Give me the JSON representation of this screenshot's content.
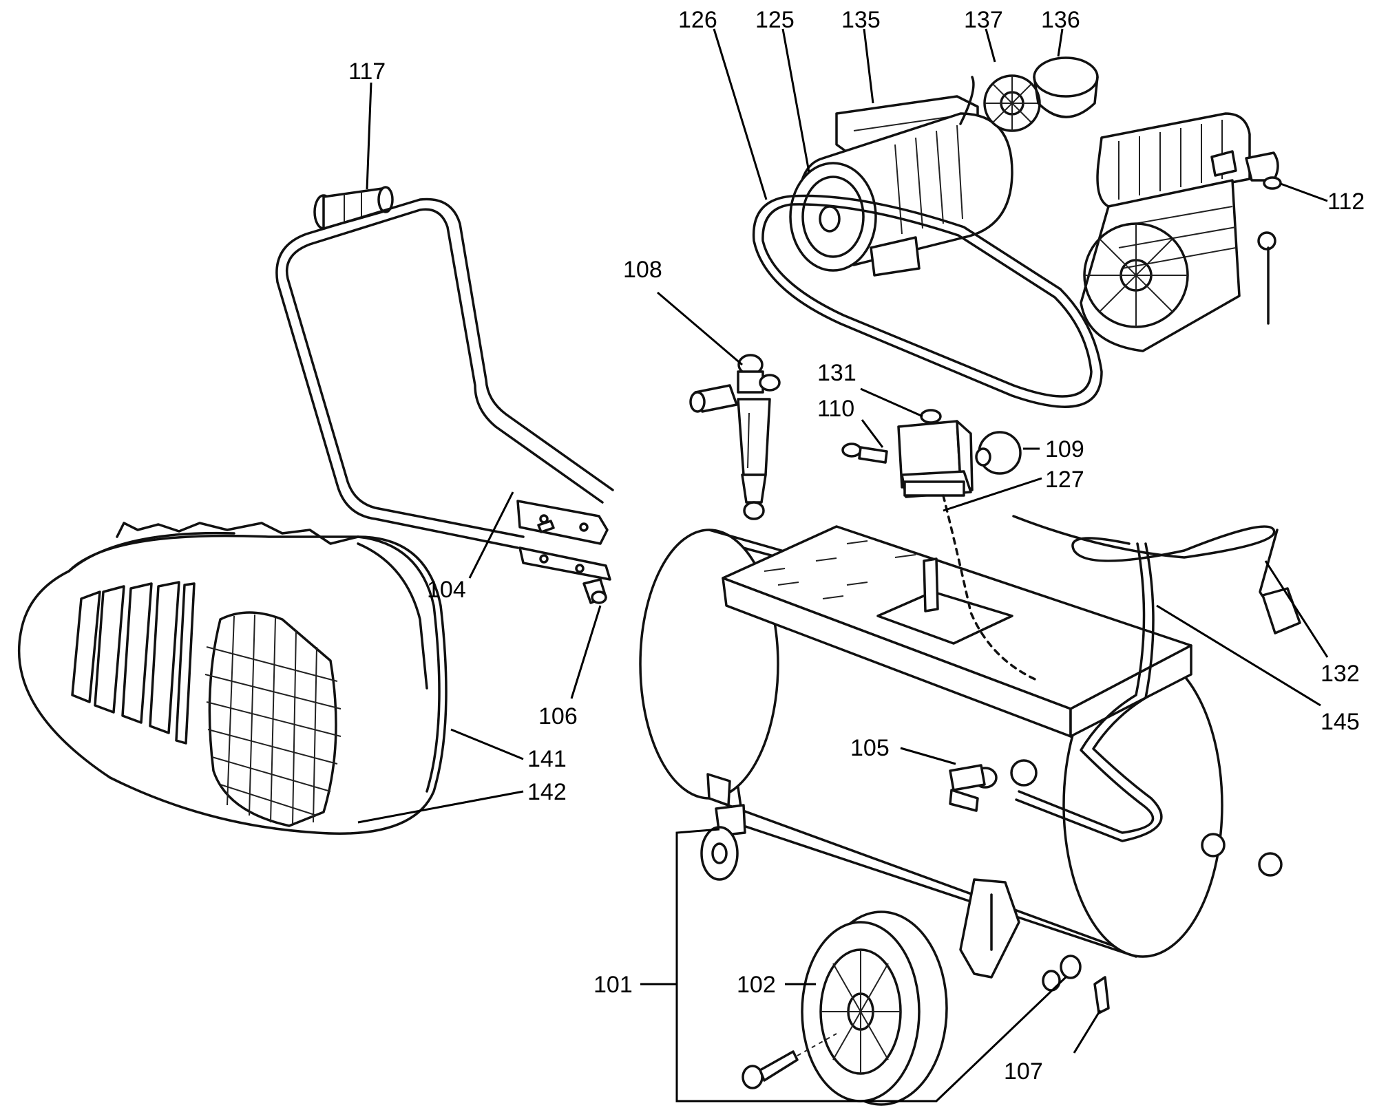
{
  "callouts": [
    {
      "id": "126",
      "text": "126"
    },
    {
      "id": "125",
      "text": "125"
    },
    {
      "id": "135",
      "text": "135"
    },
    {
      "id": "137",
      "text": "137"
    },
    {
      "id": "136",
      "text": "136"
    },
    {
      "id": "117",
      "text": "117"
    },
    {
      "id": "112",
      "text": "112"
    },
    {
      "id": "108",
      "text": "108"
    },
    {
      "id": "131",
      "text": "131"
    },
    {
      "id": "110",
      "text": "110"
    },
    {
      "id": "109",
      "text": "109"
    },
    {
      "id": "127",
      "text": "127"
    },
    {
      "id": "104",
      "text": "104"
    },
    {
      "id": "132",
      "text": "132"
    },
    {
      "id": "106",
      "text": "106"
    },
    {
      "id": "145",
      "text": "145"
    },
    {
      "id": "105",
      "text": "105"
    },
    {
      "id": "141",
      "text": "141"
    },
    {
      "id": "142",
      "text": "142"
    },
    {
      "id": "101",
      "text": "101"
    },
    {
      "id": "102",
      "text": "102"
    },
    {
      "id": "107",
      "text": "107"
    }
  ]
}
